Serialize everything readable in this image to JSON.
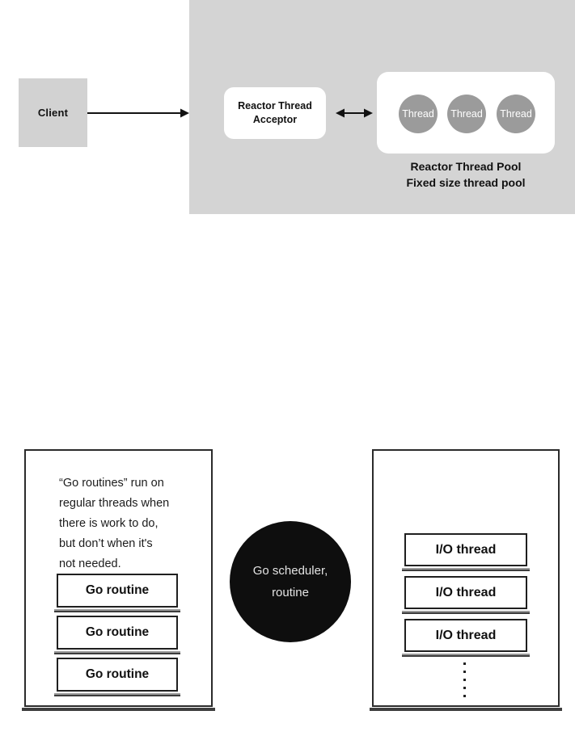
{
  "colors": {
    "panel_gray": "#d4d4d4",
    "client_gray": "#d2d2d2",
    "thread_circle_gray": "#9b9b9b",
    "scheduler_black": "#0e0e0e",
    "line_dark": "#1f1f1f"
  },
  "reactor_diagram": {
    "client_label": "Client",
    "acceptor_label": "Reactor Thread\nAcceptor",
    "threads": [
      "Thread",
      "Thread",
      "Thread"
    ],
    "pool_title": "Reactor Thread Pool",
    "pool_subtitle": "Fixed size thread pool"
  },
  "go_diagram": {
    "note": "“Go routines” run on\nregular threads when\nthere is work to do,\nbut don’t when it's\nnot needed.",
    "go_routines": [
      "Go routine",
      "Go routine",
      "Go routine"
    ],
    "scheduler_label": "Go scheduler,\nroutine",
    "io_threads": [
      "I/O thread",
      "I/O thread",
      "I/O thread"
    ]
  }
}
